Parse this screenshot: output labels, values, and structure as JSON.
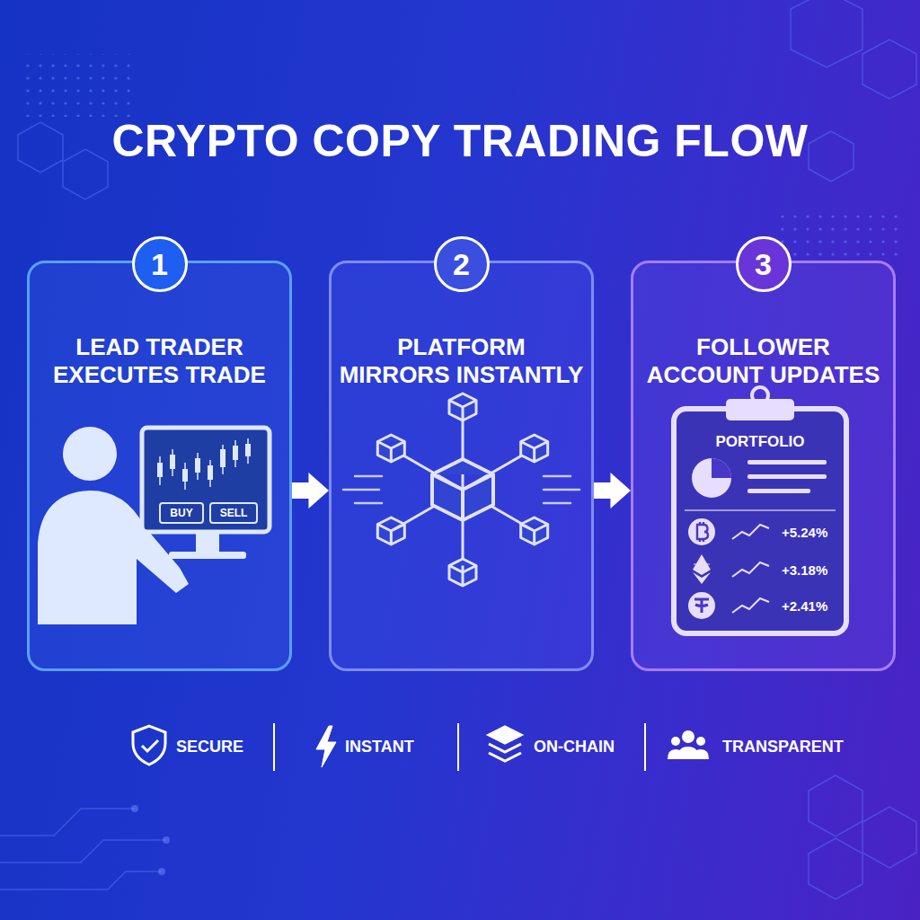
{
  "diagram": {
    "title": "CRYPTO COPY TRADING FLOW",
    "nodes": [
      {
        "text": [
          "1",
          "LEAD TRADER EXECUTES TRADE"
        ]
      },
      {
        "text": [
          "2",
          "PLATFORM MIRRORS INSTANTLY"
        ]
      },
      {
        "text": [
          "3",
          "FOLLOWER ACCOUNT UPDATES"
        ]
      }
    ],
    "edges": [
      {
        "from": 0,
        "to": 1,
        "arrow": "to"
      },
      {
        "from": 1,
        "to": 2,
        "arrow": "to"
      }
    ],
    "labels": [
      "BUY",
      "SELL",
      "PORTFOLIO",
      "+5.24%",
      "+3.18%",
      "+2.41%",
      "SECURE",
      "INSTANT",
      "ON-CHAIN",
      "TRANSPARENT"
    ]
  }
}
